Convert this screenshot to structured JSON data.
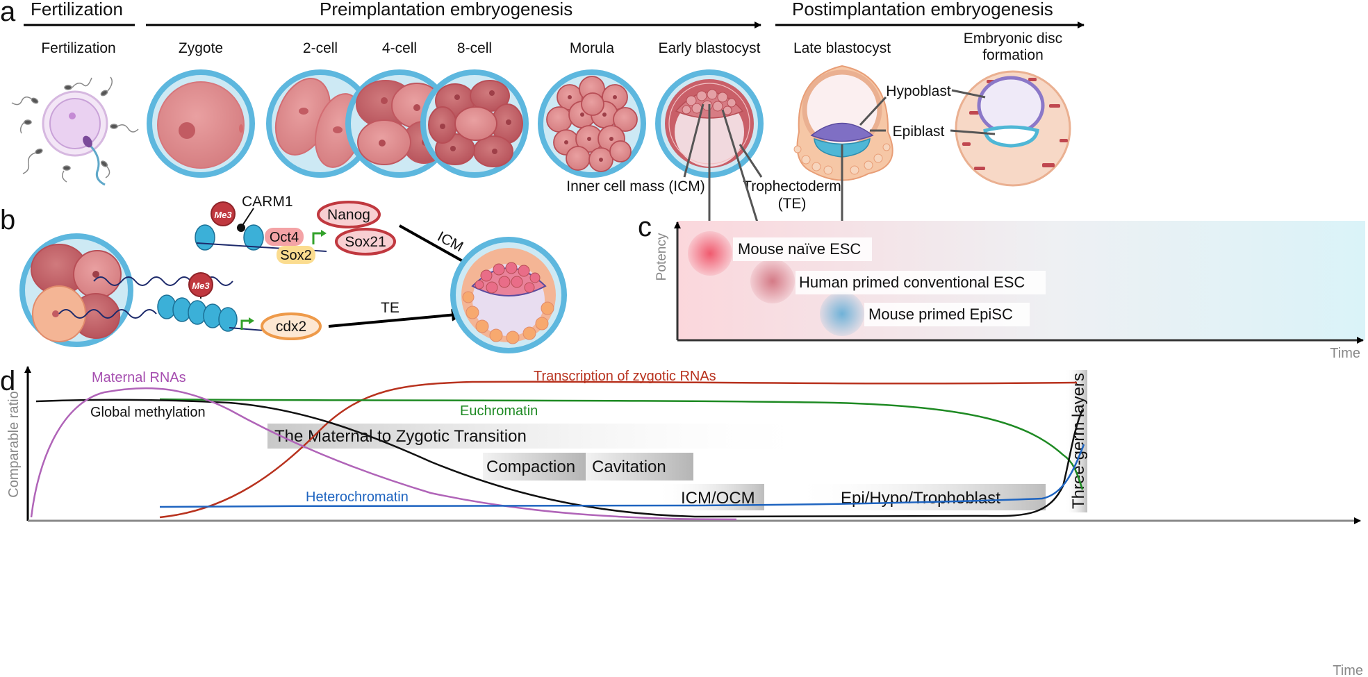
{
  "panels": {
    "a": {
      "letter": "a",
      "headers": {
        "fertilization": "Fertilization",
        "preimplantation": "Preimplantation embryogenesis",
        "postimplantation": "Postimplantation embryogenesis"
      },
      "stages": {
        "fertilization": "Fertilization",
        "zygote": "Zygote",
        "two_cell": "2-cell",
        "four_cell": "4-cell",
        "eight_cell": "8-cell",
        "morula": "Morula",
        "early_blastocyst": "Early blastocyst",
        "late_blastocyst": "Late blastocyst",
        "disc_line1": "Embryonic disc",
        "disc_line2": "formation"
      },
      "labels": {
        "icm": "Inner cell mass (ICM)",
        "te_line1": "Trophectoderm",
        "te_line2": "(TE)",
        "hypoblast": "Hypoblast",
        "epiblast": "Epiblast"
      }
    },
    "b": {
      "letter": "b",
      "me3": "Me3",
      "carm1": "CARM1",
      "oct4": "Oct4",
      "sox2": "Sox2",
      "nanog": "Nanog",
      "sox21": "Sox21",
      "cdx2": "cdx2",
      "icm_arrow": "ICM",
      "te_arrow": "TE"
    },
    "c": {
      "letter": "c",
      "ylabel": "Potency",
      "xlabel": "Time",
      "populations": {
        "naive": "Mouse naïve ESC",
        "human": "Human primed conventional ESC",
        "episc": "Mouse primed EpiSC"
      }
    },
    "d": {
      "letter": "d",
      "ylabel": "Comparable ratio",
      "xlabel": "Time",
      "curves": {
        "maternal": "Maternal RNAs",
        "methylation": "Global methylation",
        "zygotic": "Transcription of zygotic RNAs",
        "euchromatin": "Euchromatin",
        "heterochromatin": "Heterochromatin"
      },
      "bands": {
        "mzt": "The Maternal to Zygotic Transition",
        "compaction": "Compaction",
        "cavitation": "Cavitation",
        "icm_ocm": "ICM/OCM",
        "epi": "Epi/Hypo/Trophoblast",
        "germ": "Three-germ layers"
      }
    }
  },
  "colors": {
    "zona": "#5db7de",
    "cell": "#e08a8c",
    "cell_dark": "#c25b62",
    "maternal": "#b064b8",
    "methylation": "#111111",
    "zygotic": "#b8321e",
    "euchromatin": "#1e8a23",
    "heterochromatin": "#1e64c0"
  }
}
